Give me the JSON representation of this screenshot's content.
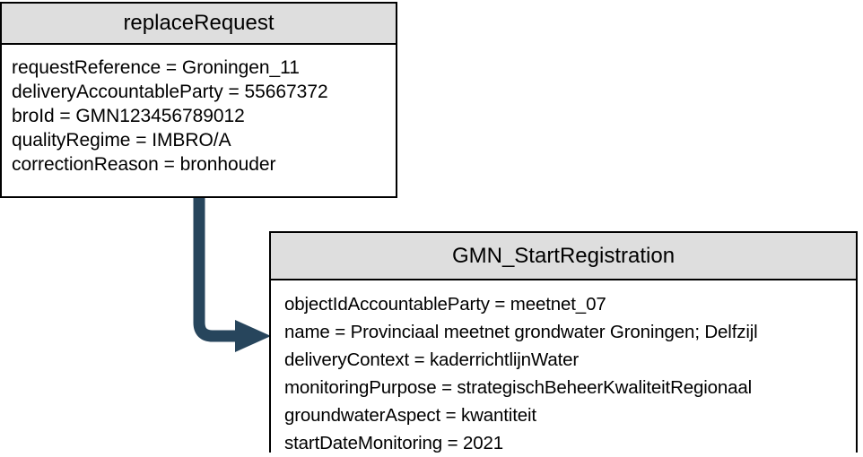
{
  "diagram": {
    "type": "uml-object-diagram",
    "background_color": "#ffffff",
    "boxes": [
      {
        "id": "replace-request",
        "title": "replaceRequest",
        "header_color": "#dedede",
        "border_color": "#000000",
        "body_color": "#ffffff",
        "attributes": [
          "requestReference = Groningen_11",
          "deliveryAccountableParty = 55667372",
          "broId = GMN123456789012",
          "qualityRegime = IMBRO/A",
          "correctionReason = bronhouder"
        ]
      },
      {
        "id": "gmn-start-registration",
        "title": "GMN_StartRegistration",
        "header_color": "#dedede",
        "border_color": "#000000",
        "body_color": "#ffffff",
        "attributes": [
          "objectIdAccountableParty = meetnet_07",
          "name = Provinciaal meetnet grondwater Groningen; Delfzijl",
          "deliveryContext = kaderrichtlijnWater",
          "monitoringPurpose = strategischBeheerKwaliteitRegionaal",
          "groundwaterAspect = kwantiteit",
          "startDateMonitoring = 2021"
        ]
      }
    ],
    "connector": {
      "id": "replace-to-gmn",
      "from": "replace-request",
      "to": "gmn-start-registration",
      "style": "elbow-arrow",
      "color": "#27455c",
      "arrowhead": "solid-triangle"
    }
  }
}
